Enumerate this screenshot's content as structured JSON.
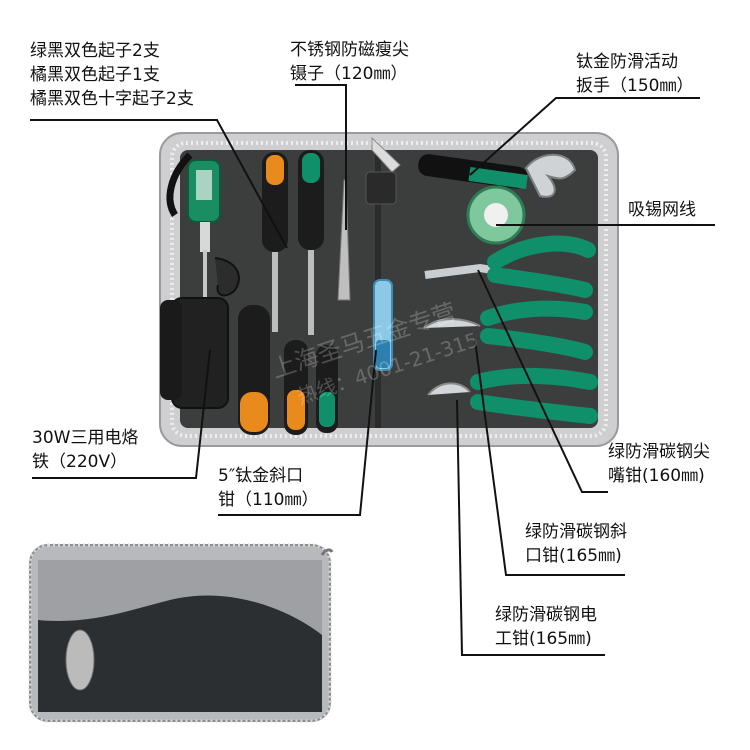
{
  "labels": {
    "screwdrivers": {
      "line1": "绿黑双色起子2支",
      "line2": "橘黑双色起子1支",
      "line3": "橘黑双色十字起子2支"
    },
    "tweezers": {
      "line1": "不锈钢防磁瘦尖",
      "line2": "镊子（120㎜）"
    },
    "wrench": {
      "line1": "钛金防滑活动",
      "line2": "扳手（150㎜）"
    },
    "wick": {
      "line1": "吸锡网线"
    },
    "soldering_iron": {
      "line1": "30W三用电烙",
      "line2": "铁（220V）"
    },
    "cutter5": {
      "line1": "5″钛金斜口",
      "line2": "钳（110㎜）"
    },
    "needle_nose": {
      "line1": "绿防滑碳钢尖",
      "line2": "嘴钳(160㎜)"
    },
    "diagonal": {
      "line1": "绿防滑碳钢斜",
      "line2": "口钳(165㎜)"
    },
    "lineman": {
      "line1": "绿防滑碳钢电",
      "line2": "工钳(165㎜)"
    }
  },
  "watermark": {
    "line1": "上海圣马五金专营",
    "line2": "热线：4001-21-315"
  },
  "colors": {
    "case_frame": "#c9c9cb",
    "case_inner": "#3a3c3b",
    "handle_green": "#0f8f6a",
    "handle_orange": "#e98a1c",
    "handle_black": "#1c1c1c",
    "leader_line": "#111111"
  }
}
